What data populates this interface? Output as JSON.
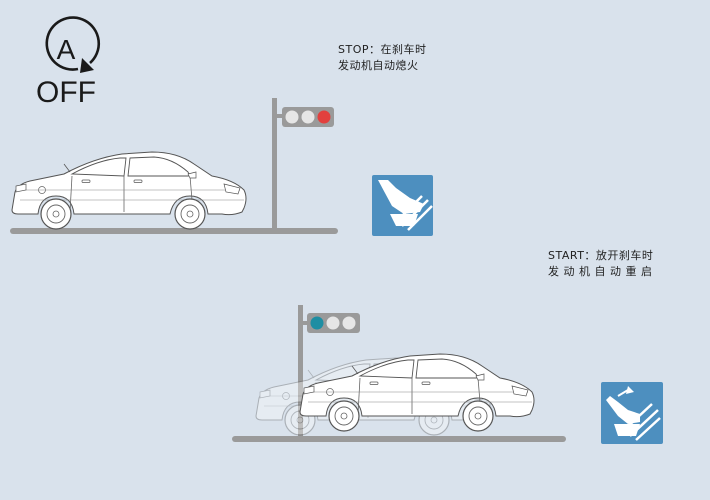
{
  "badge": {
    "letter": "A",
    "label": "OFF",
    "icon": "auto-stop-start-icon"
  },
  "stop": {
    "line1": "STOP：在刹车时",
    "line2": "发动机自动熄火",
    "signal": "red",
    "pedal_icon": "brake-pedal-pressed-icon"
  },
  "start": {
    "line1": "START：放开刹车时",
    "line2": "发 动 机 自 动 重 启",
    "signal": "green",
    "pedal_icon": "brake-pedal-released-icon"
  },
  "colors": {
    "background": "#d9e2ec",
    "red_light": "#e2403e",
    "green_light": "#1e8ea3",
    "icon_box": "#4d8fbf",
    "pole": "#9a9a9a"
  }
}
